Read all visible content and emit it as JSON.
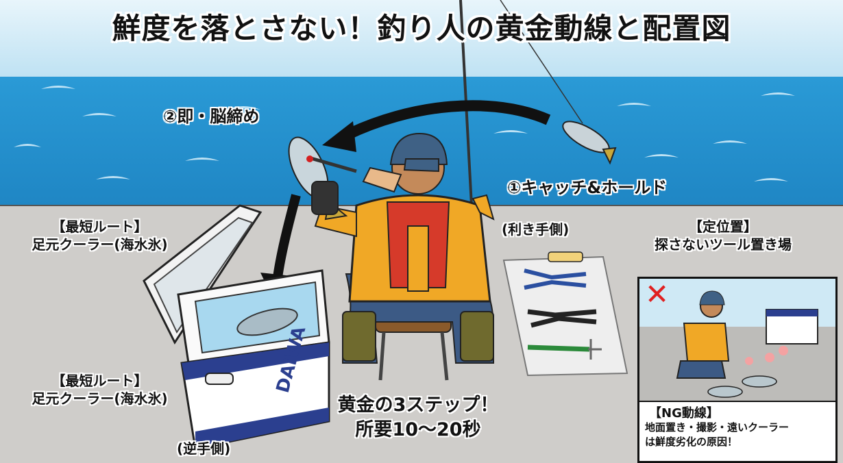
{
  "title": "鮮度を落とさない！釣り人の黄金動線と配置図",
  "steps": {
    "step1": "①キャッチ&ホールド",
    "step2": "②即・脳締め"
  },
  "labels": {
    "shortest_route_top": {
      "heading": "【最短ルート】",
      "text": "足元クーラー(海水氷)"
    },
    "shortest_route_bottom": {
      "heading": "【最短ルート】",
      "text": "足元クーラー(海水氷)"
    },
    "dominant_hand": "(利き手側)",
    "off_hand": "(逆手側)",
    "tool_place": {
      "heading": "【定位置】",
      "text": "探さないツール置き場"
    },
    "golden_steps": {
      "line1": "黄金の3ステップ！",
      "line2": "所要10〜20秒"
    }
  },
  "ng_panel": {
    "mark": "✕",
    "heading": "【NG動線】",
    "line1": "地面置き・撮影・遠いクーラー",
    "line2": "は鮮度劣化の原因！"
  },
  "colors": {
    "sky": "#cfe9f5",
    "sea": "#1f8fcf",
    "ground": "#cfcdca",
    "jacket": "#f0a826",
    "ng": "#e02020"
  }
}
